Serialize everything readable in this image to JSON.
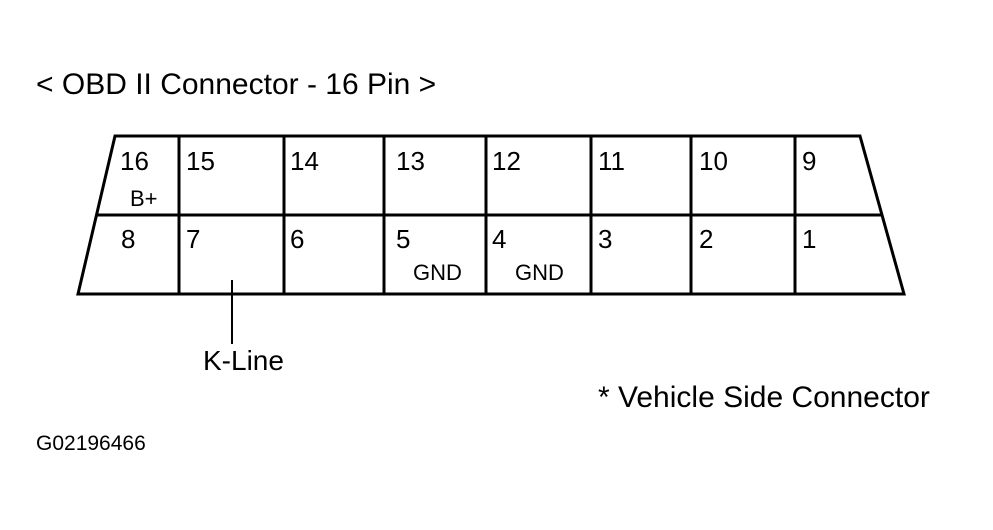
{
  "title": "< OBD II Connector - 16 Pin >",
  "connector": {
    "top_row": [
      {
        "pin": "16",
        "label": "B+"
      },
      {
        "pin": "15",
        "label": ""
      },
      {
        "pin": "14",
        "label": ""
      },
      {
        "pin": "13",
        "label": ""
      },
      {
        "pin": "12",
        "label": ""
      },
      {
        "pin": "11",
        "label": ""
      },
      {
        "pin": "10",
        "label": ""
      },
      {
        "pin": "9",
        "label": ""
      }
    ],
    "bottom_row": [
      {
        "pin": "8",
        "label": ""
      },
      {
        "pin": "7",
        "label": ""
      },
      {
        "pin": "6",
        "label": ""
      },
      {
        "pin": "5",
        "label": "GND"
      },
      {
        "pin": "4",
        "label": "GND"
      },
      {
        "pin": "3",
        "label": ""
      },
      {
        "pin": "2",
        "label": ""
      },
      {
        "pin": "1",
        "label": ""
      }
    ],
    "callout": {
      "pin": "7",
      "label": "K-Line"
    }
  },
  "note": "* Vehicle Side Connector",
  "figure_id": "G02196466"
}
